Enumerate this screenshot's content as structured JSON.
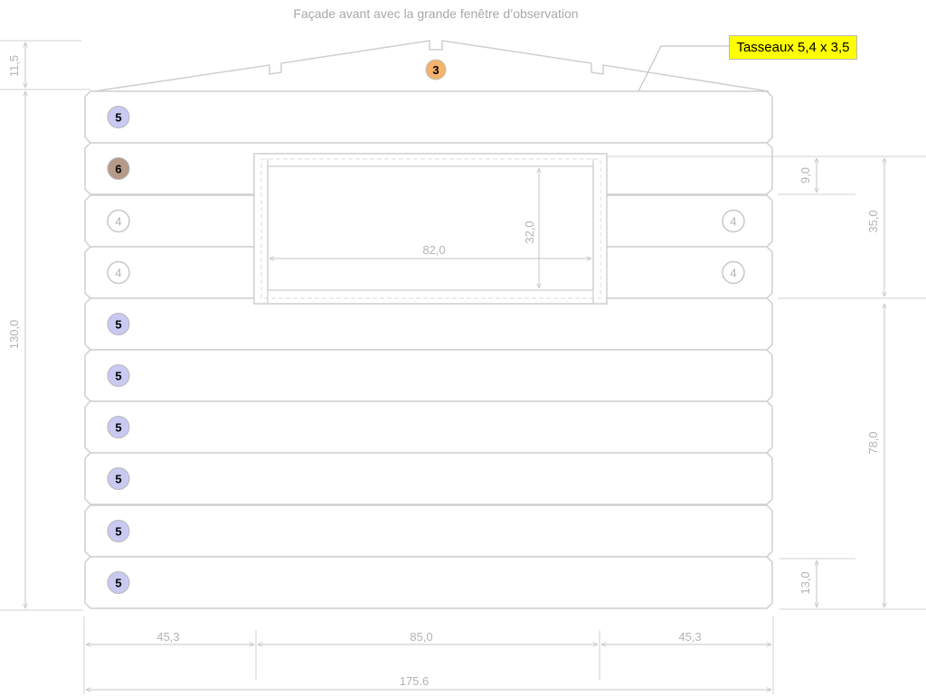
{
  "title": "Façade avant avec la grande fenêtre d’observation",
  "callout": {
    "label": "Tasseaux 5,4 x 3,5"
  },
  "gable": {
    "badge": "3",
    "badge_color": "#f6b26b"
  },
  "logs": [
    {
      "badge": "5",
      "style": "filled",
      "color": "#c9c9f2"
    },
    {
      "badge": "6",
      "style": "filled",
      "color": "#b59a87"
    },
    {
      "badge": "4",
      "style": "outline",
      "right_badge": "4"
    },
    {
      "badge": "4",
      "style": "outline",
      "right_badge": "4"
    },
    {
      "badge": "5",
      "style": "filled",
      "color": "#c9c9f2"
    },
    {
      "badge": "5",
      "style": "filled",
      "color": "#c9c9f2"
    },
    {
      "badge": "5",
      "style": "filled",
      "color": "#c9c9f2"
    },
    {
      "badge": "5",
      "style": "filled",
      "color": "#c9c9f2"
    },
    {
      "badge": "5",
      "style": "filled",
      "color": "#c9c9f2"
    },
    {
      "badge": "5",
      "style": "filled",
      "color": "#c9c9f2"
    }
  ],
  "dimensions": {
    "gable_height": "11,5",
    "wall_height": "130,0",
    "window_top_offset": "9,0",
    "window_zone": "35,0",
    "lower_zone": "78,0",
    "log_height": "13,0",
    "window_width": "82,0",
    "window_height": "32,0",
    "left_side": "45,3",
    "opening_width": "85,0",
    "right_side": "45,3",
    "total_width": "175.6"
  },
  "colors": {
    "line": "#cfcfcf",
    "dim_text": "#b3b3b3",
    "callout_bg": "#ffff00"
  }
}
